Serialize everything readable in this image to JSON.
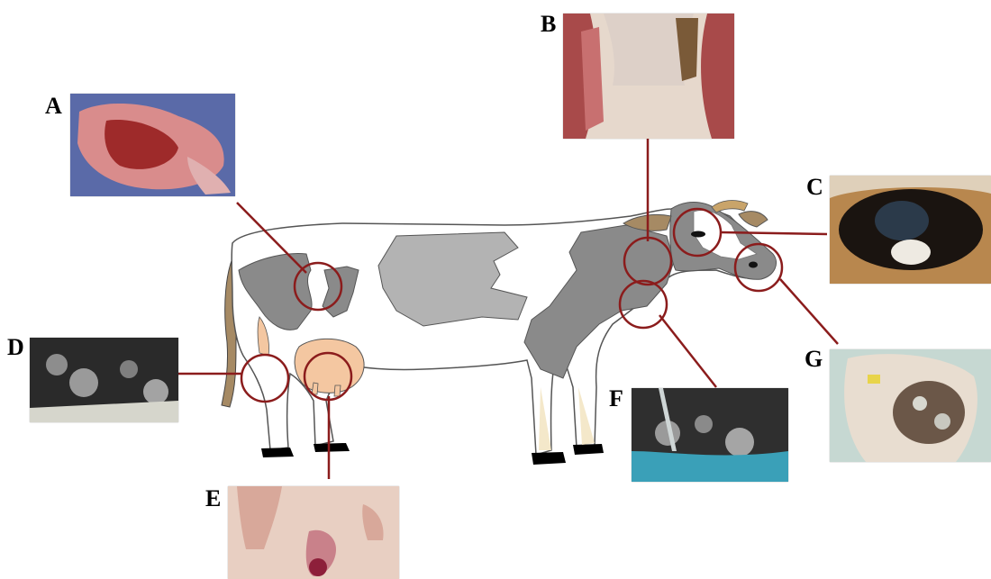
{
  "figure": {
    "colors": {
      "connector": "#8b1c1c",
      "cow_patch_dark": "#8a8a8a",
      "cow_patch_light": "#b3b3b3",
      "udder": "#f4c7a1",
      "hoof": "#000000"
    },
    "panels": [
      {
        "id": "A",
        "label": "A",
        "photo": "lesions-in-abdominal-organ"
      },
      {
        "id": "B",
        "label": "B",
        "photo": "lesions-on-oral-palate"
      },
      {
        "id": "C",
        "label": "C",
        "photo": "lesion-in-eye"
      },
      {
        "id": "D",
        "label": "D",
        "photo": "skin-lesions-on-leg"
      },
      {
        "id": "E",
        "label": "E",
        "photo": "lesions-on-teat"
      },
      {
        "id": "F",
        "label": "F",
        "photo": "skin-lesions-on-neck"
      },
      {
        "id": "G",
        "label": "G",
        "photo": "lesions-on-muzzle"
      }
    ]
  }
}
